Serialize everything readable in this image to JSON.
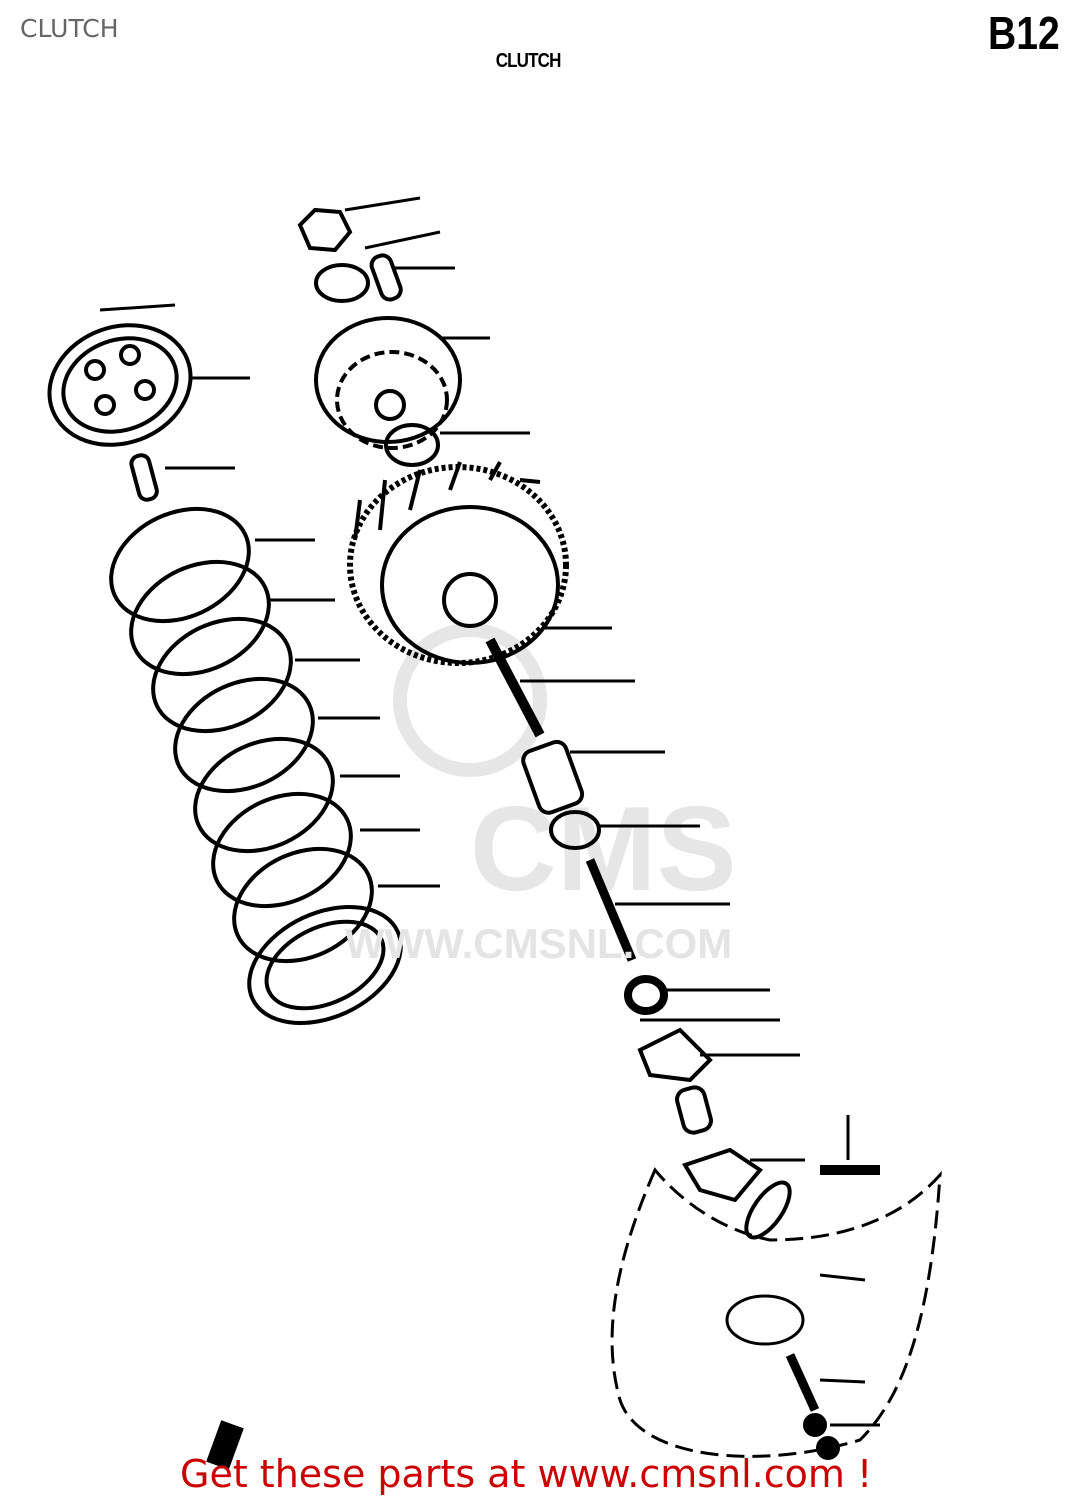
{
  "header": {
    "page_title": "CLUTCH",
    "diagram_title": "CLUTCH",
    "page_code": "B12"
  },
  "watermark": {
    "text": "WWW.CMSNL.COM",
    "logo_text": "CMS"
  },
  "footer": {
    "link_text": "Get these parts at www.cmsnl.com !",
    "link_color": "#cc0000"
  }
}
